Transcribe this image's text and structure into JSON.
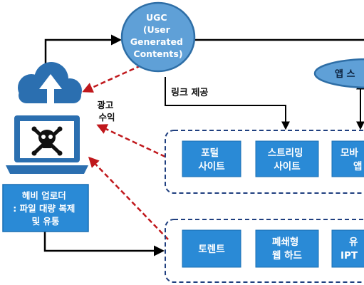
{
  "nodes": {
    "ugc": {
      "lines": [
        "UGC",
        "(User",
        "Generated",
        "Contents)"
      ]
    },
    "app_store": {
      "label": "앱 스"
    },
    "uploader": {
      "lines": [
        "헤비 업로더",
        ": 파일 대량 복제",
        "및 유통"
      ]
    },
    "portal": {
      "lines": [
        "포털",
        "사이트"
      ]
    },
    "streaming": {
      "lines": [
        "스트리밍",
        "사이트"
      ]
    },
    "mobile": {
      "lines": [
        "모바",
        "앱"
      ]
    },
    "torrent": {
      "lines": [
        "토렌트"
      ]
    },
    "closed_webhard": {
      "lines": [
        "폐쇄형",
        "웹 하드"
      ]
    },
    "paid_iptv": {
      "lines": [
        "유",
        "IPT"
      ]
    }
  },
  "edges": {
    "link": {
      "label": "링크 제공"
    },
    "ad": {
      "lines": [
        "광고",
        "수익"
      ]
    }
  },
  "icons": {
    "cloud": "cloud-upload-icon",
    "laptop": "laptop-icon",
    "skull": "skull-crossbones-icon"
  },
  "colors": {
    "box_fill": "#2a8ad6",
    "box_border": "#1a6fb3",
    "ellipse_fill": "#5fa0d7",
    "ellipse_border": "#2e6ea6",
    "dashed_blue": "#1f3f7f",
    "dashed_red": "#c0181c",
    "icon_blue": "#2b6fb0"
  }
}
